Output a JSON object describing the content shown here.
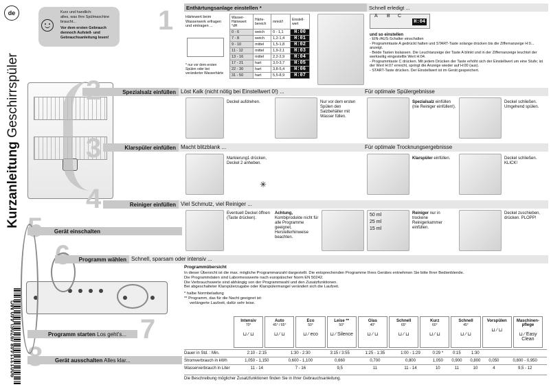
{
  "lang": "de",
  "title_bold": "Kurzanleitung",
  "title_rest": " Geschirrspüler",
  "barcode": "9001311448 (9706) 440 MG",
  "tip": {
    "line1": "Kurz und handlich:",
    "line2": "alles, was Ihre Spülmaschine braucht...",
    "line3": "Vor dem ersten Gebrauch dennoch Aufstell- und Gebrauchsanleitung lesen!"
  },
  "steps": {
    "s1": "1",
    "s2": "2",
    "s3": "3",
    "s4": "4",
    "s5": "5",
    "s6": "6",
    "s7": "7",
    "s8": "8"
  },
  "bars": {
    "salz_label": "Spezialsalz einfüllen",
    "salz_head": "Löst Kalk (nicht nötig bei Einstellwert 0!) ...",
    "salz_head2": "Für optimale Spülergebnisse",
    "klar_label": "Klarspüler einfüllen",
    "klar_head": "Macht blitzblank ...",
    "klar_head2": "Für optimale Trocknungsergebnisse",
    "rein_label": "Reiniger einfüllen",
    "rein_head": "Viel Schmutz, viel Reiniger ...",
    "einschalten": "Gerät einschalten",
    "programm": "Programm wählen",
    "programm_head": "Schnell, sparsam oder intensiv ...",
    "starten_bold": "Programm starten",
    "starten_rest": " Los geht's...",
    "ausschalten_bold": "Gerät ausschalten",
    "ausschalten_rest": " Alles klar..."
  },
  "hardness": {
    "title": "Enthärtungsanlage einstellen *",
    "intro": "Härtewert beim Wasserwerk erfragen und eintragen ...",
    "headers": [
      "Wasser-Härtewert °dH",
      "Härte-bereich",
      "mmol/l",
      "Einstell-wert"
    ],
    "rows": [
      [
        "0 - 6",
        "weich",
        "0 - 1,1",
        "H:00"
      ],
      [
        "7 - 8",
        "weich",
        "1,2-1,4",
        "H:01"
      ],
      [
        "9 - 10",
        "mittel",
        "1,5-1,8",
        "H:02"
      ],
      [
        "11 - 12",
        "mittel",
        "1,9-2,1",
        "H:03"
      ],
      [
        "13 - 16",
        "mittel",
        "2,2-2,9",
        "H:04"
      ],
      [
        "17 - 21",
        "hart",
        "3,0-3,7",
        "H:05"
      ],
      [
        "22 - 30",
        "hart",
        "3,8-5,4",
        "H:06"
      ],
      [
        "31 - 50",
        "hart",
        "5,5-8,9",
        "H:07"
      ]
    ],
    "note": "* nur vor dem ersten Spülen oder bei veränderter Wasserhärte",
    "done": "Schnell erledigt ...",
    "how_title": "und so einstellen",
    "how": [
      "- EIN-/AUS-Schalter einschalten",
      "- Programmtaste A gedrückt halten und START-Taste solange drücken bis die Ziffernanzeige H:0... anzeigt.",
      "- Beide Tasten loslassen. Die Leuchtanzeige der Taste A blinkt und in der Ziffernanzeige leuchtet der werkseitig eingestellte Wert H:04.",
      "- Programmtaste C drücken. Mit jedem Drücken der Taste erhöht sich der Einstellwert um eine Stufe; ist der Wert H:07 erreicht, springt die Anzeige wieder auf H:00 (aus).",
      "- START-Taste drücken. Der Einstellwert ist im Gerät gespeichert."
    ],
    "disp_a": "A",
    "disp_b": "B",
    "disp_c": "C",
    "disp_val": "H:04"
  },
  "salz": {
    "t1": "Deckel aufdrehen.",
    "t2": "Nur vor dem ersten Spülen den Salzbehälter mit Wasser füllen.",
    "t3_bold": "Spezialsalz",
    "t3": "einfüllen (nie Reiniger einfüllen!).",
    "t4": "Deckel schließen. Umgehend spülen."
  },
  "klar": {
    "t1": "Markierung1 drücken, Deckel 2 anheben.",
    "t3_bold": "Klarspüler",
    "t3": "einfüllen.",
    "t4": "Deckel schließen. KLICK!"
  },
  "rein": {
    "t1": "Eventuell Deckel öffnen (Taste drücken).",
    "t2_bold": "Achtung,",
    "t2": "Kombiprodukte nicht für alle Programme geeignet, Herstellerhinweise beachten.",
    "m50": "50 ml",
    "m25": "25 ml",
    "m15": "15 ml",
    "t3_bold": "Reiniger",
    "t3": "nur in trockene Reinigerkammer einfüllen.",
    "t4": "Deckel zuschieben, drücken. PLOPP!"
  },
  "overview": {
    "title": "Programmübersicht",
    "p1": "In dieser Übersicht ist die max. mögliche Programmanzahl dargestellt. Die entsprechenden Programme Ihres Gerätes entnehmen Sie bitte Ihrer Bedienblende.",
    "p2": "Die Programmdaten sind Labormesswerte nach europäischer Norm EN 50242.",
    "p3": "Die Verbrauchswerte sind abhängig von der Programmwahl und den Zusatzfunktionen.",
    "p4": "Bei abgeschalteter Klarspülerzugabe oder Klarspülermangel verändert sich die Laufzeit.",
    "n1": "* halbe Normbeladung",
    "n2": "** Programm, das für die Nacht geeignet ist:",
    "n3": "verlängerte Laufzeit, dafür sehr leise.",
    "footer": "Die Beschreibung möglicher Zusatzfunktionen finden Sie in Ihrer Gebrauchsanleitung."
  },
  "programs": [
    {
      "name": "Intensiv",
      "temp": "70°",
      "sym": "⊔ ∕ ⊔"
    },
    {
      "name": "Auto",
      "temp": "45° / 65°",
      "sym": "⊔ ∕ ⊔"
    },
    {
      "name": "Eco",
      "temp": "50°",
      "sym": "⊔ ∕ eco"
    },
    {
      "name": "Leise **",
      "temp": "50°",
      "sym": "⊔ ∕ Silence"
    },
    {
      "name": "Glas",
      "temp": "40°",
      "sym": "⊔ ∕ ⊔"
    },
    {
      "name": "Schnell",
      "temp": "65°",
      "sym": "⊔ ∕ ⊔"
    },
    {
      "name": "Kurz",
      "temp": "60°",
      "sym": "⊔ ∕ ⊔"
    },
    {
      "name": "Schnell",
      "temp": "45°",
      "sym": "⊔ ∕ ⊔"
    },
    {
      "name": "Vorspülen",
      "temp": "",
      "sym": "⊔ ∕ ⊔"
    },
    {
      "name": "Maschinen-pflege",
      "temp": "",
      "sym": "⊔ ∕ Easy Clean"
    }
  ],
  "values": {
    "rows": [
      {
        "label": "Dauer in Std. : Min.",
        "cells": [
          "2:10 - 2:15",
          "1:30 - 2:30",
          "3:15 / 3:55",
          "1:25 - 1:35",
          "1:00 - 1:29",
          "0:29 *",
          "0:15",
          "1:30",
          "",
          ""
        ]
      },
      {
        "label": "Stromverbrauch in kWh",
        "cells": [
          "1,050 - 1,150",
          "0,600 - 1,100",
          "0,660",
          "0,700",
          "0,800",
          "1,050",
          "0,900",
          "0,800",
          "0,050",
          "0,800 - 0,950"
        ]
      },
      {
        "label": "Wasserverbrauch in Liter",
        "cells": [
          "11 - 14",
          "7 - 16",
          "9,5",
          "11",
          "11 - 14",
          "10",
          "11",
          "10",
          "4",
          "9,5 - 12"
        ]
      }
    ]
  }
}
